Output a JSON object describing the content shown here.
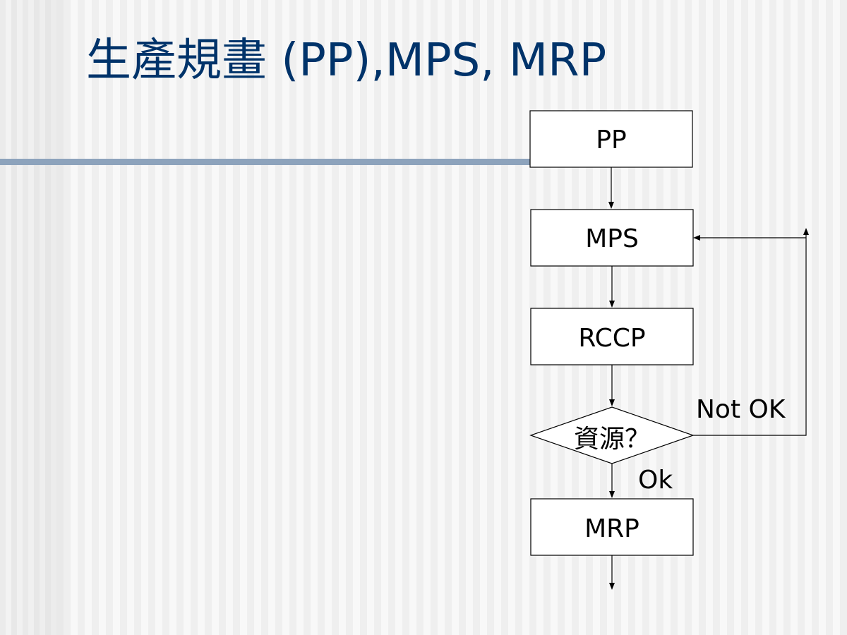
{
  "slide": {
    "title": "生產規畫 (PP),MPS, MRP"
  },
  "diagram": {
    "nodes": {
      "pp": "PP",
      "mps": "MPS",
      "rccp": "RCCP",
      "decision": "資源？",
      "mrp": "MRP"
    },
    "edge_labels": {
      "not_ok": "Not OK",
      "ok": "Ok"
    }
  },
  "colors": {
    "title": "#00336a",
    "rule": "#8da3bc"
  }
}
